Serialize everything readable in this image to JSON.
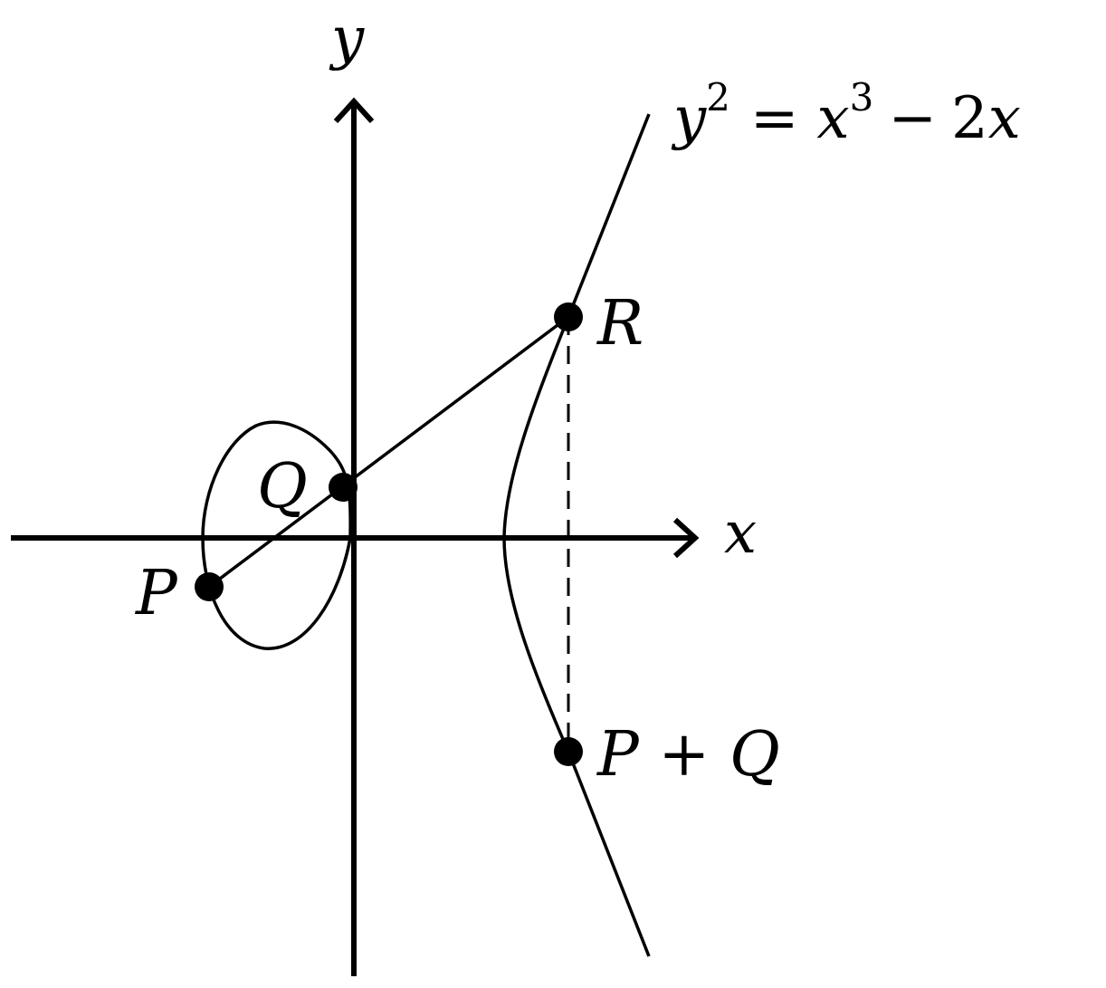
{
  "axes": {
    "x_label": "x",
    "y_label": "y"
  },
  "curve": {
    "equation": "y^2 = x^3 − 2x",
    "equation_parts": {
      "y": "y",
      "y_exp": "2",
      "equals": "=",
      "x": "x",
      "x_exp": "3",
      "minus": "−",
      "coef": "2",
      "x2": "x"
    }
  },
  "points": {
    "p": "P",
    "q": "Q",
    "r": "R",
    "sum": "P + Q"
  },
  "colors": {
    "ink": "#000000",
    "background": "#ffffff"
  }
}
